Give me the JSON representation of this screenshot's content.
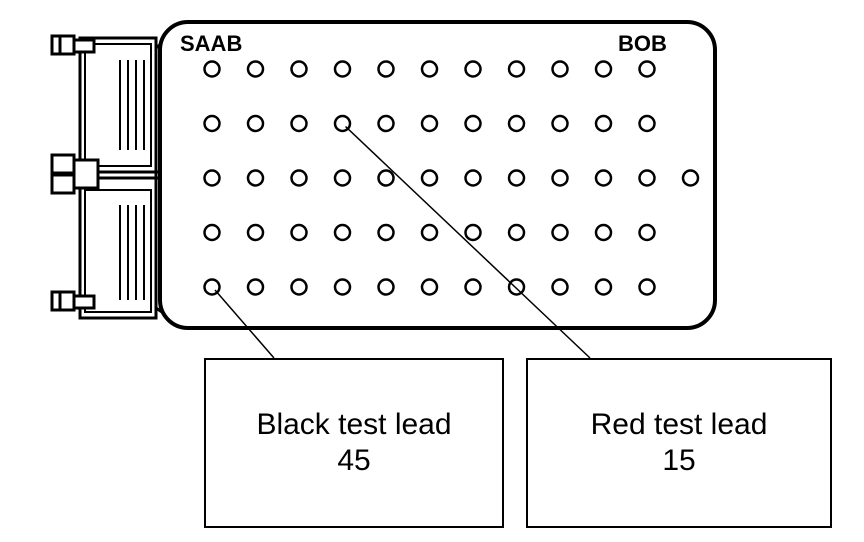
{
  "board": {
    "label_left": "SAAB",
    "label_right": "BOB",
    "rows": [
      11,
      11,
      12,
      11,
      11
    ],
    "pins_per_row_note": ""
  },
  "callouts": {
    "black": {
      "title": "Black test lead",
      "pin": "45",
      "row": 5,
      "col": 1
    },
    "red": {
      "title": "Red test lead",
      "pin": "15",
      "row": 2,
      "col": 4
    }
  },
  "colors": {
    "ink": "#000000",
    "background": "#ffffff"
  }
}
